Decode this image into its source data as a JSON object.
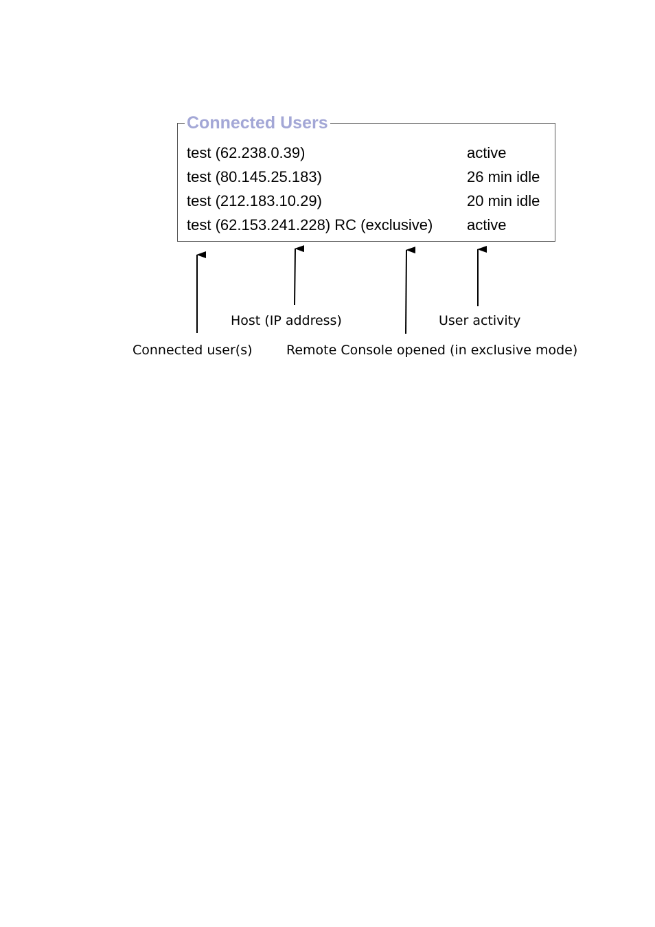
{
  "panel": {
    "title": "Connected Users",
    "title_color": "#a3a7d6",
    "border_color": "#555555",
    "rows": [
      {
        "user": "test",
        "host": "(62.238.0.39)",
        "console": "",
        "activity": "active"
      },
      {
        "user": "test",
        "host": "(80.145.25.183)",
        "console": "",
        "activity": "26 min idle"
      },
      {
        "user": "test",
        "host": "(212.183.10.29)",
        "console": "",
        "activity": "20 min idle"
      },
      {
        "user": "test",
        "host": "(62.153.241.228)",
        "console": "RC (exclusive)",
        "activity": "active"
      }
    ]
  },
  "callouts": {
    "connected_users": "Connected user(s)",
    "host": "Host (IP address)",
    "remote_console": "Remote Console opened (in exclusive mode)",
    "user_activity": "User activity"
  },
  "icons": {
    "arrow": "arrow-up-icon"
  }
}
